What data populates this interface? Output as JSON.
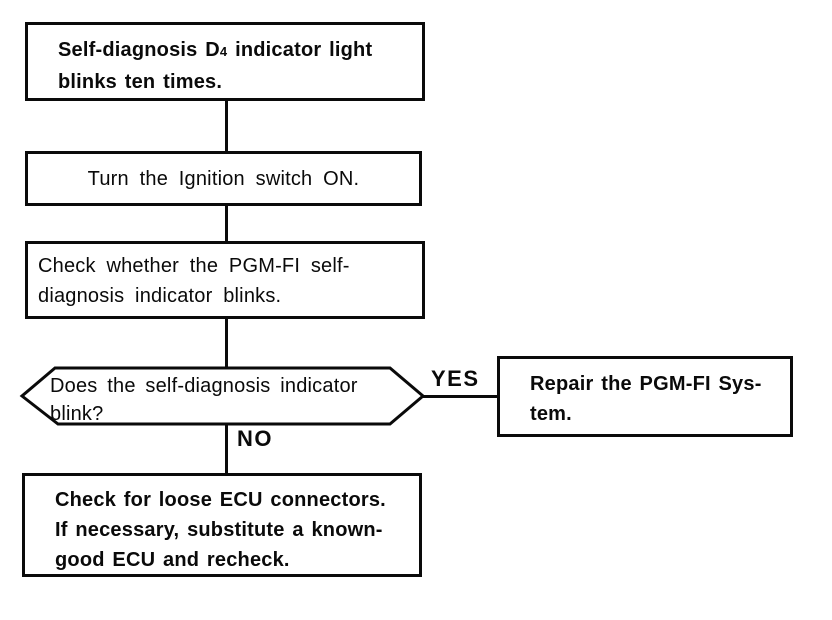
{
  "page": {
    "background": "#ffffff",
    "ink": "#0a0a0a",
    "description": "PGM-FI self-diagnosis troubleshooting flowchart"
  },
  "nodes": {
    "symptom": {
      "line1_pre": "Self-diagnosis D",
      "line1_sub": "4",
      "line1_post": " indicator light",
      "line2": "blinks ten times."
    },
    "ignition": {
      "text": "Turn the Ignition switch ON."
    },
    "check_indicator": {
      "line1": "Check whether the PGM-FI self-",
      "line2": "diagnosis indicator blinks."
    },
    "decision": {
      "line1": "Does the self-diagnosis indicator",
      "line2": "blink?"
    },
    "repair": {
      "line1": "Repair the PGM-FI Sys-",
      "line2": "tem."
    },
    "check_ecu": {
      "line1": "Check for loose ECU connectors.",
      "line2": "If necessary, substitute a known-",
      "line3": "good ECU and recheck."
    }
  },
  "labels": {
    "yes": "YES",
    "no": "NO"
  }
}
